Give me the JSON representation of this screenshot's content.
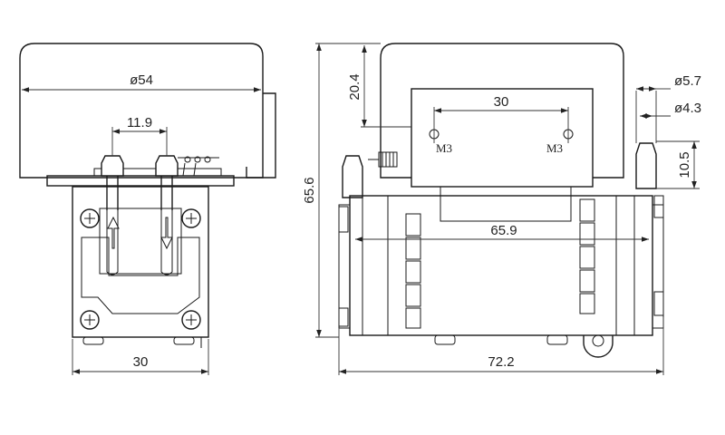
{
  "dimensions": {
    "head_diameter": "ø54",
    "port_spacing": "11.9",
    "front_width": "30",
    "total_height": "65.6",
    "cap_height": "20.4",
    "mount_spacing": "30",
    "mount_thread_left": "M3",
    "mount_thread_right": "M3",
    "nozzle_outer_dia": "ø5.7",
    "nozzle_inner_dia": "ø4.3",
    "nozzle_length": "10.5",
    "body_span": "65.9",
    "total_length": "72.2"
  },
  "colors": {
    "line": "#1a1a1a",
    "dimension": "#333333",
    "background": "#ffffff"
  }
}
